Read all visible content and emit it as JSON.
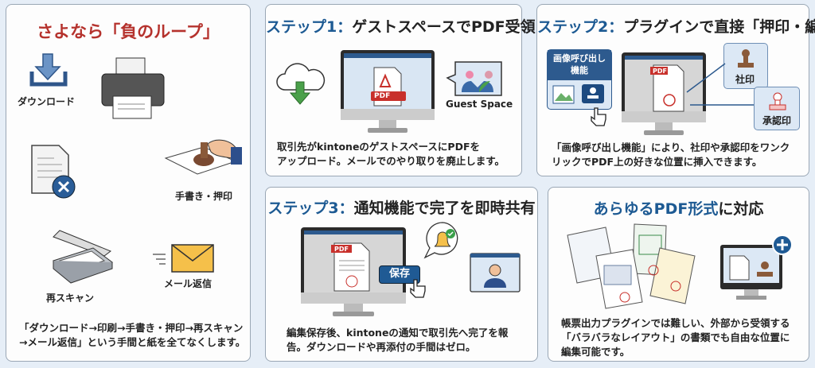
{
  "loop_panel": {
    "title": "さよなら「負のループ」",
    "items": [
      "ダウンロード",
      "手書き・押印",
      "再スキャン",
      "メール返信"
    ],
    "description_line1": "「ダウンロード→印刷→手書き・押印→再スキャン",
    "description_line2": "→メール返信」という手間と紙を全てなくします。"
  },
  "step1": {
    "step_label": "ステップ1：",
    "title": "ゲストスペースでPDF受領",
    "pdf_tag": "PDF",
    "guest_label": "Guest Space",
    "description_line1": "取引先がkintoneのゲストスペースにPDFを",
    "description_line2": "アップロード。メールでのやり取りを廃止します。"
  },
  "step2": {
    "step_label": "ステップ2：",
    "title": "プラグインで直接「押印・編集」",
    "callout": "画像呼び出し機能",
    "pdf_tag": "PDF",
    "company_seal": "社印",
    "approval_seal": "承認印",
    "description_line1": "「画像呼び出し機能」により、社印や承認印をワンク",
    "description_line2": "リックでPDF上の好きな位置に挿入できます。"
  },
  "step3": {
    "step_label": "ステップ3：",
    "title": "通知機能で完了を即時共有",
    "pdf_tag": "PDF",
    "save_button": "保存",
    "description_line1": "編集保存後、kintoneの通知で取引先へ完了を報",
    "description_line2": "告。ダウンロードや再添付の手間はゼロ。"
  },
  "formats": {
    "title_blue": "あらゆるPDF形式",
    "title_black": "に対応",
    "description_line1": "帳票出力プラグインでは難しい、外部から受領する",
    "description_line2": "「バラバラなレイアウト」の書類でも自由な位置に",
    "description_line3": "編集可能です。"
  },
  "colors": {
    "red_title": "#b5322d",
    "step_blue": "#1d5a93",
    "pdf_red": "#c8302b"
  }
}
